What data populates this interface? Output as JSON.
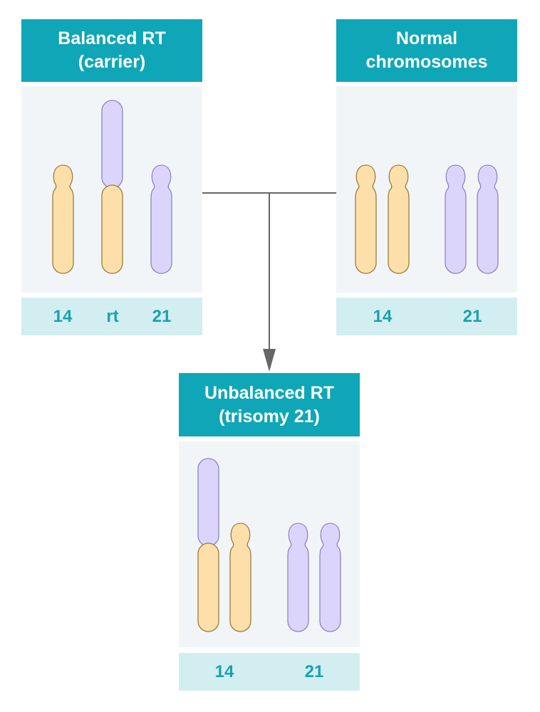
{
  "colors": {
    "header": "#0fa7b7",
    "panel": "#f1f5f8",
    "label_bar": "#d3eef1",
    "label_text": "#17a3b0",
    "chr14_fill": "#fde0a9",
    "chr14_stroke": "#9b7b3c",
    "chr21_fill": "#dcd5fb",
    "chr21_stroke": "#8f82c4",
    "connector": "#666666"
  },
  "cards": {
    "balanced": {
      "title_line1": "Balanced RT",
      "title_line2": "(carrier)",
      "labels": [
        "14",
        "rt",
        "21"
      ],
      "chromosomes": [
        "14",
        "rt(14;21)",
        "21"
      ]
    },
    "normal": {
      "title_line1": "Normal",
      "title_line2": "chromosomes",
      "labels": [
        "14",
        "21"
      ],
      "chromosomes": [
        "14",
        "14",
        "21",
        "21"
      ]
    },
    "unbalanced": {
      "title_line1": "Unbalanced RT",
      "title_line2": "(trisomy 21)",
      "labels": [
        "14",
        "21"
      ],
      "chromosomes": [
        "rt(14;21)",
        "14",
        "21",
        "21"
      ]
    }
  },
  "connector": {
    "from": [
      "balanced",
      "normal"
    ],
    "to": "unbalanced",
    "arrow": "down-arrow"
  }
}
